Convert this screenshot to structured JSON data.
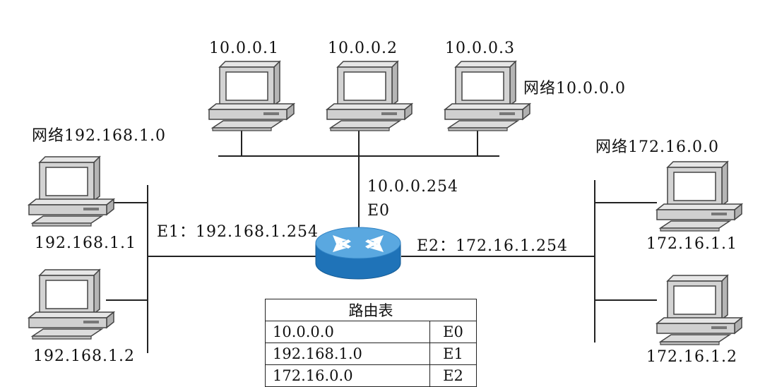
{
  "hosts": {
    "h1": "10.0.0.1",
    "h2": "10.0.0.2",
    "h3": "10.0.0.3",
    "l1": "192.168.1.1",
    "l2": "192.168.1.2",
    "r1": "172.16.1.1",
    "r2": "172.16.1.2"
  },
  "networks": {
    "top": "网络10.0.0.0",
    "left": "网络192.168.1.0",
    "right": "网络172.16.0.0"
  },
  "router": {
    "e0_ip": "10.0.0.254",
    "e0_name": "E0",
    "e1": "E1：192.168.1.254",
    "e2": "E2：172.16.1.254"
  },
  "routing_table": {
    "title": "路由表",
    "rows": [
      {
        "network": "10.0.0.0",
        "iface": "E0"
      },
      {
        "network": "192.168.1.0",
        "iface": "E1"
      },
      {
        "network": "172.16.0.0",
        "iface": "E2"
      }
    ]
  },
  "colors": {
    "computer_body": "#cfcfcf",
    "computer_edge": "#444444",
    "screen": "#ffffff",
    "router_top": "#5aa8e0",
    "router_side": "#1f73b8",
    "arrow": "#ffffff",
    "line": "#222222"
  }
}
